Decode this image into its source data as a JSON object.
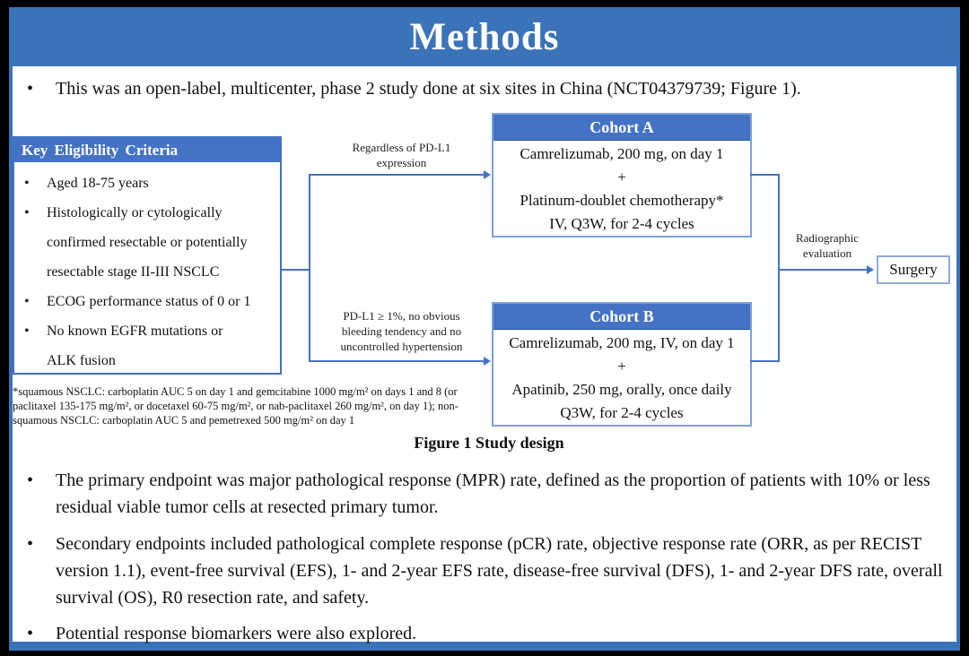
{
  "slide": {
    "title": "Methods",
    "intro_bullet": "This was an open-label, multicenter, phase 2 study done at six sites in China (NCT04379739; Figure 1)."
  },
  "figure": {
    "caption": "Figure 1 Study design",
    "eligibility": {
      "header": "Key Eligibility Criteria",
      "items": [
        "Aged 18-75 years",
        "Histologically or cytologically\nconfirmed resectable or potentially\nresectable stage II-III NSCLC",
        "ECOG performance status of 0 or 1",
        "No known EGFR mutations or\nALK fusion"
      ]
    },
    "branch_labels": {
      "cohort_a": "Regardless of PD-L1\nexpression",
      "cohort_b": "PD-L1 ≥ 1%, no obvious\nbleeding tendency and no\nuncontrolled hypertension"
    },
    "cohort_a": {
      "header": "Cohort A",
      "lines": [
        "Camrelizumab, 200 mg, on day 1",
        "+",
        "Platinum-doublet chemotherapy*",
        "IV, Q3W, for 2-4 cycles"
      ]
    },
    "cohort_b": {
      "header": "Cohort B",
      "lines": [
        "Camrelizumab, 200 mg, IV, on day 1",
        "+",
        "Apatinib, 250 mg, orally, once daily",
        "Q3W, for 2-4 cycles"
      ]
    },
    "radiographic_label": "Radiographic\nevaluation",
    "surgery_label": "Surgery",
    "footnote": "*squamous NSCLC: carboplatin AUC 5 on day 1 and gemcitabine 1000 mg/m² on days 1 and 8 (or\npaclitaxel 135-175 mg/m², or docetaxel 60-75 mg/m², or nab-paclitaxel 260 mg/m², on day 1); non-\nsquamous NSCLC: carboplatin AUC 5 and pemetrexed 500 mg/m² on day 1"
  },
  "bullets": [
    "The primary endpoint was major pathological response (MPR) rate, defined as the proportion of patients with 10% or less residual viable tumor cells at resected primary tumor.",
    "Secondary endpoints included pathological complete response (pCR) rate, objective response rate (ORR, as per RECIST version 1.1), event-free survival (EFS), 1- and 2-year EFS rate, disease-free survival (DFS), 1- and 2-year DFS rate, overall survival (OS), R0 resection rate, and safety.",
    "Potential response biomarkers were also explored."
  ],
  "colors": {
    "frame_blue": "#3b73b8",
    "box_header_blue": "#4472c4",
    "connector_blue": "#4472c4",
    "cohort_border_blue": "#7da0d8",
    "surgery_border_blue": "#8faadc",
    "text_black": "#111111",
    "background_black": "#000000"
  }
}
